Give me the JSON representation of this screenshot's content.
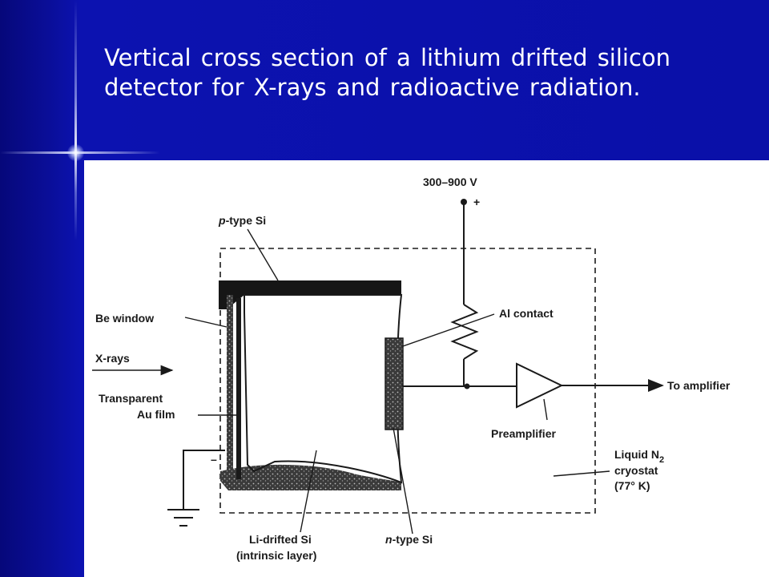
{
  "slide": {
    "title_line1": "Vertical cross section of a lithium drifted silicon",
    "title_line2": "detector for X-rays and radioactive radiation."
  },
  "diagram": {
    "labels": {
      "voltage": "300–900 V",
      "plus": "+",
      "minus": "–",
      "p_type_prefix": "p",
      "p_type_suffix": "-type Si",
      "be_window": "Be window",
      "xrays": "X-rays",
      "transparent": "Transparent",
      "au_film": "Au film",
      "al_contact": "Al contact",
      "to_amplifier": "To amplifier",
      "preamplifier": "Preamplifier",
      "liquid_n2_line1": "Liquid N",
      "liquid_n2_sub": "2",
      "cryostat": "cryostat",
      "temperature": "(77° K)",
      "li_drifted": "Li-drifted Si",
      "intrinsic": "(intrinsic layer)",
      "n_type_prefix": "n",
      "n_type_suffix": "-type Si"
    },
    "colors": {
      "slide_bg": "#0a10a8",
      "ink": "#1a1a1a",
      "paper": "#ffffff"
    }
  }
}
